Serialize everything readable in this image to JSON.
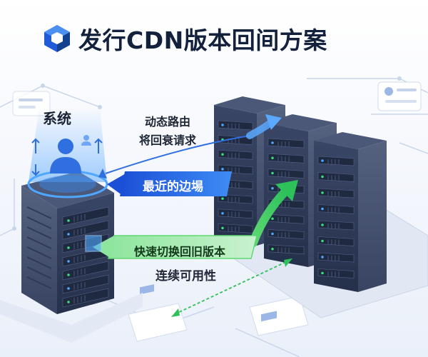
{
  "title": "发行CDN版本回间方案",
  "labels": {
    "system": "系统",
    "dynamic_route_line1": "动态路由",
    "dynamic_route_line2": "将回衰请求",
    "nearest_edge": "最近的边埸",
    "fast_switch": "快速切换回旧版本",
    "availability": "连续可用性"
  },
  "icons": {
    "logo": "cube-logo-icon",
    "user": "user-icon",
    "small_user": "small-user-icon"
  },
  "colors": {
    "title": "#14213d",
    "blue_accent": "#2f6fe0",
    "green_accent": "#3fcf6a",
    "server_dark": "#2a3550",
    "server_mid": "#3b4868",
    "led_green": "#3cdc7a",
    "led_blue": "#4fa8ff"
  }
}
